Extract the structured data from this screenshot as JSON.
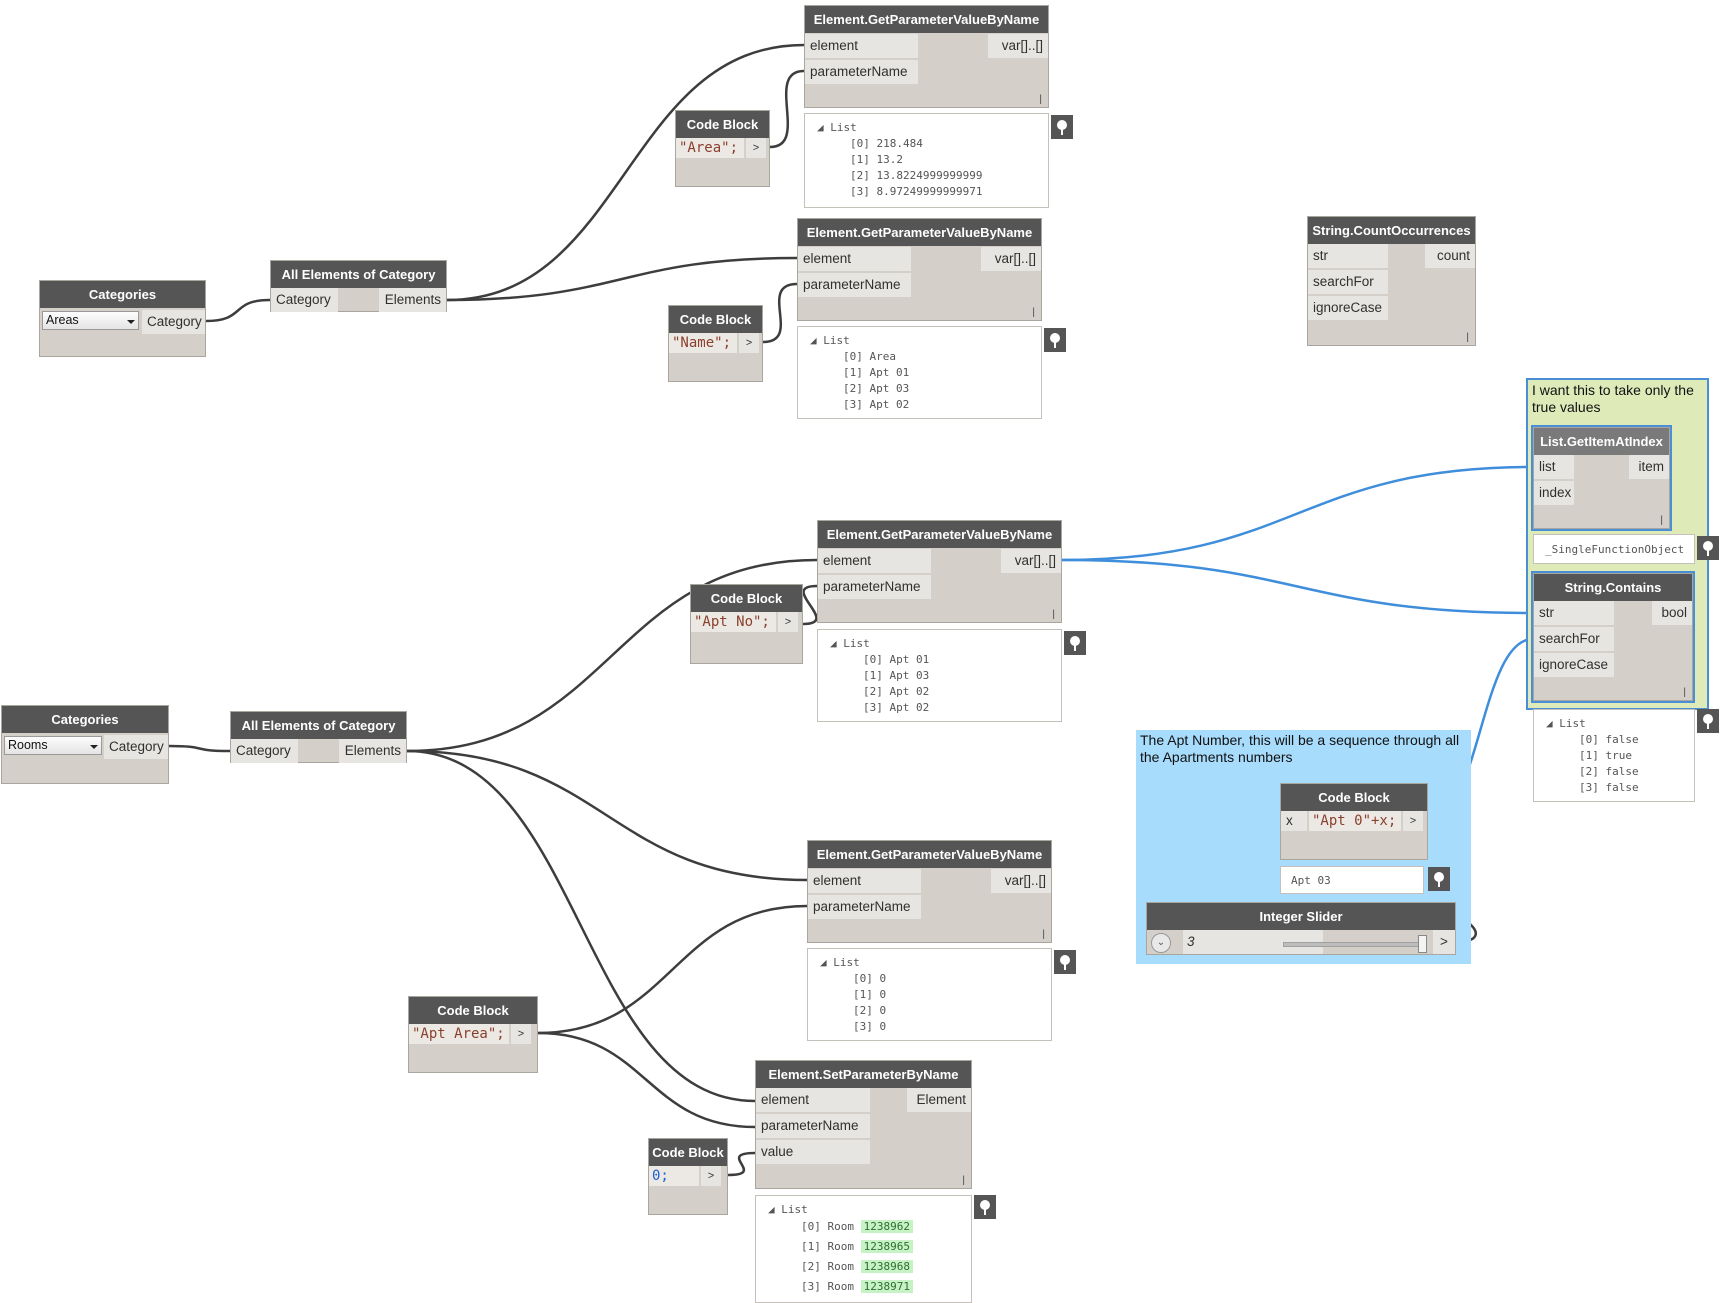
{
  "groups": {
    "true_values": {
      "title": "I want this to take only the true values",
      "color": "#dfeab9"
    },
    "apt_number": {
      "title": "The Apt Number, this will be a sequence through all the Apartments numbers",
      "color": "#a8dcfc"
    }
  },
  "nodes": {
    "categories_areas": {
      "title": "Categories",
      "dropdown": "Areas",
      "output": "Category"
    },
    "all_elements_top": {
      "title": "All Elements of Category",
      "input": "Category",
      "output": "Elements"
    },
    "get_param_area": {
      "title": "Element.GetParameterValueByName",
      "inputs": [
        "element",
        "parameterName"
      ],
      "output": "var[]..[]"
    },
    "cb_area": {
      "title": "Code Block",
      "code": "\"Area\";",
      "out": ">"
    },
    "get_param_name": {
      "title": "Element.GetParameterValueByName",
      "inputs": [
        "element",
        "parameterName"
      ],
      "output": "var[]..[]"
    },
    "cb_name": {
      "title": "Code Block",
      "code": "\"Name\";",
      "out": ">"
    },
    "string_count": {
      "title": "String.CountOccurrences",
      "inputs": [
        "str",
        "searchFor",
        "ignoreCase"
      ],
      "output": "count"
    },
    "get_item_at_index": {
      "title": "List.GetItemAtIndex",
      "inputs": [
        "list",
        "index"
      ],
      "output": "item"
    },
    "string_contains": {
      "title": "String.Contains",
      "inputs": [
        "str",
        "searchFor",
        "ignoreCase"
      ],
      "output": "bool"
    },
    "get_param_aptno": {
      "title": "Element.GetParameterValueByName",
      "inputs": [
        "element",
        "parameterName"
      ],
      "output": "var[]..[]"
    },
    "cb_aptno": {
      "title": "Code Block",
      "code": "\"Apt No\";",
      "out": ">"
    },
    "categories_rooms": {
      "title": "Categories",
      "dropdown": "Rooms",
      "output": "Category"
    },
    "all_elements_bottom": {
      "title": "All Elements of Category",
      "input": "Category",
      "output": "Elements"
    },
    "cb_apt_seq": {
      "title": "Code Block",
      "input": "x",
      "code": "\"Apt 0\"+x;",
      "out": ">"
    },
    "integer_slider": {
      "title": "Integer Slider",
      "value": "3",
      "out": ">"
    },
    "get_param_aptarea": {
      "title": "Element.GetParameterValueByName",
      "inputs": [
        "element",
        "parameterName"
      ],
      "output": "var[]..[]"
    },
    "cb_aptarea": {
      "title": "Code Block",
      "code": "\"Apt Area\";",
      "out": ">"
    },
    "set_param": {
      "title": "Element.SetParameterByName",
      "inputs": [
        "element",
        "parameterName",
        "value"
      ],
      "output": "Element"
    },
    "cb_zero": {
      "title": "Code Block",
      "code": "0;",
      "out": ">"
    }
  },
  "watches": {
    "area": {
      "header": "List",
      "items": [
        "[0] 218.484",
        "[1] 13.2",
        "[2] 13.8224999999999",
        "[3] 8.97249999999971"
      ]
    },
    "name": {
      "header": "List",
      "items": [
        "[0] Area",
        "[1] Apt 01",
        "[2] Apt 03",
        "[3] Apt 02"
      ]
    },
    "aptno": {
      "header": "List",
      "items": [
        "[0] Apt 01",
        "[1] Apt 03",
        "[2] Apt 02",
        "[3] Apt 02"
      ]
    },
    "single_function": {
      "text": "_SingleFunctionObject"
    },
    "contains": {
      "header": "List",
      "items": [
        "[0] false",
        "[1] true",
        "[2] false",
        "[3] false"
      ]
    },
    "apt_seq": {
      "text": "Apt 03"
    },
    "aptarea": {
      "header": "List",
      "items": [
        "[0] 0",
        "[1] 0",
        "[2] 0",
        "[3] 0"
      ]
    },
    "set_param": {
      "header": "List",
      "items": [
        {
          "label": "[0] Room",
          "id": "1238962"
        },
        {
          "label": "[1] Room",
          "id": "1238965"
        },
        {
          "label": "[2] Room",
          "id": "1238968"
        },
        {
          "label": "[3] Room",
          "id": "1238971"
        }
      ]
    }
  },
  "colors": {
    "wire": "#3d3d3d",
    "wire_selected": "#3f8edb",
    "node_header": "#555555",
    "node_body": "#d4d0c9",
    "highlight": "#c6f2c6"
  }
}
